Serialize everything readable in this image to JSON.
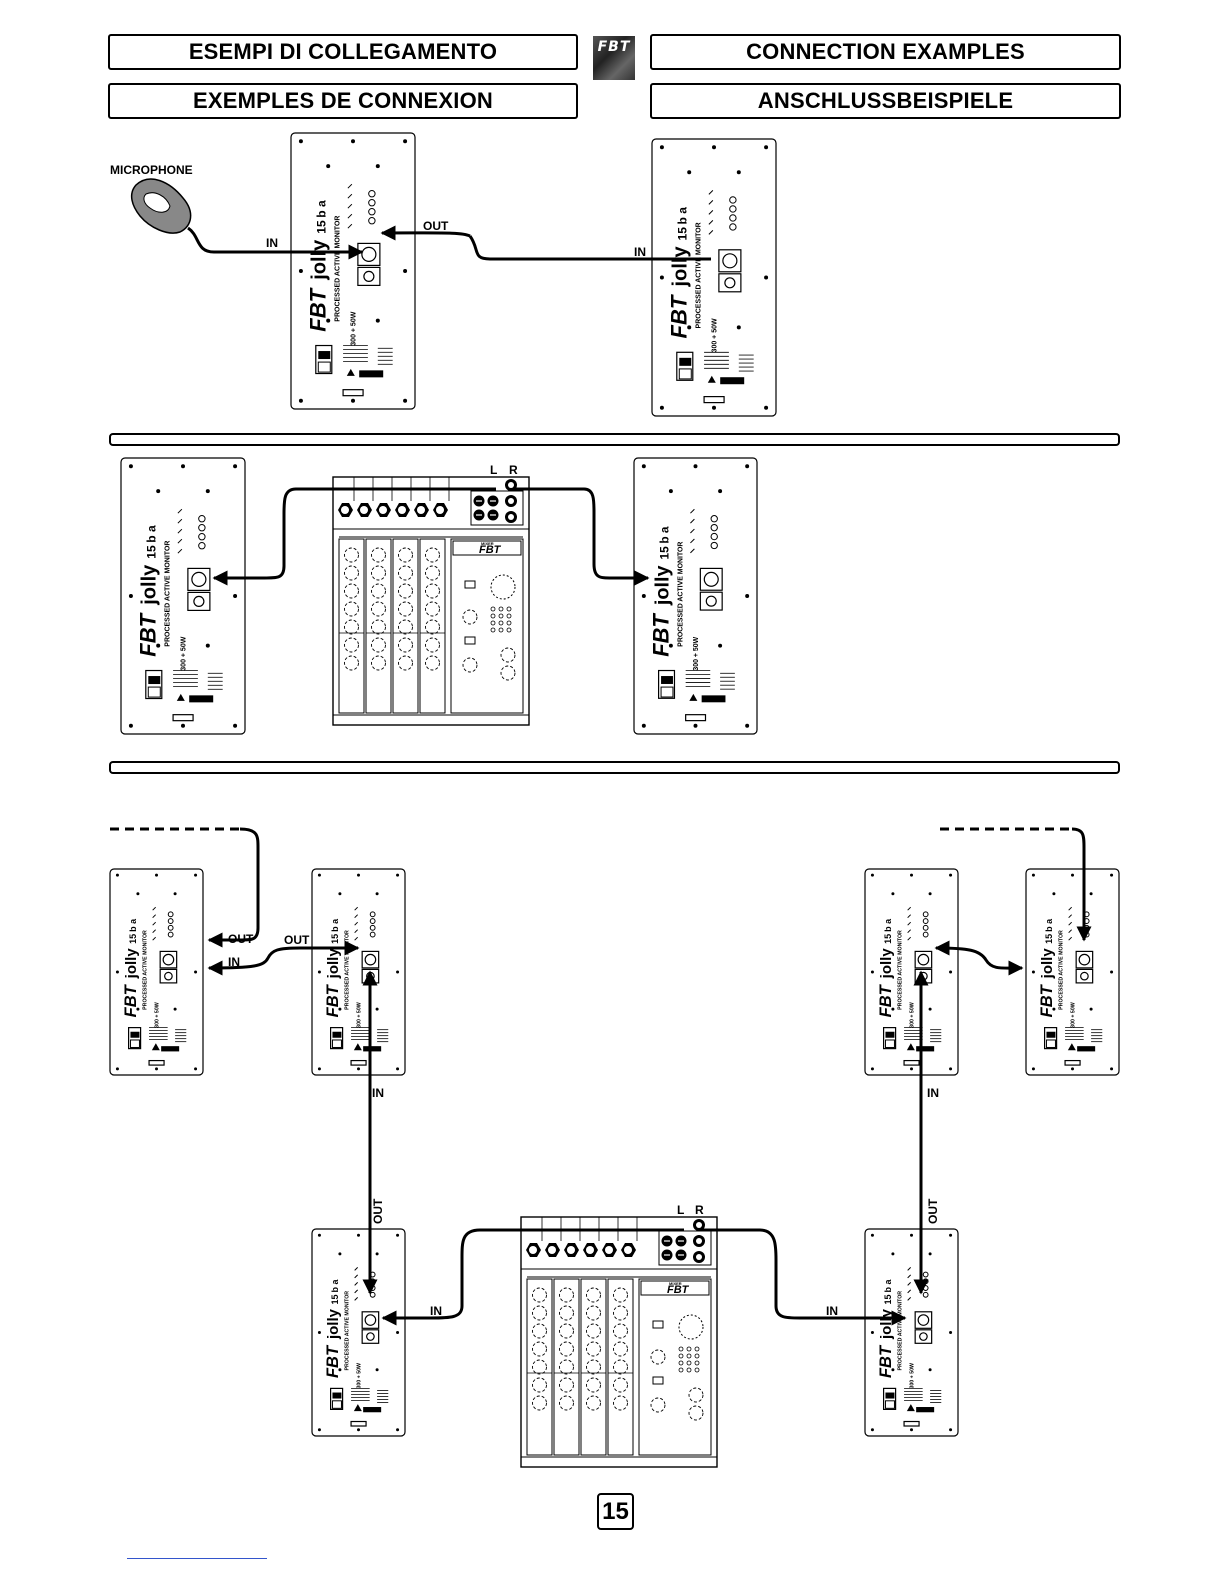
{
  "headers": {
    "it": "ESEMPI DI COLLEGAMENTO",
    "en": "CONNECTION EXAMPLES",
    "fr": "EXEMPLES DE CONNEXION",
    "de": "ANSCHLUSSBEISPIELE"
  },
  "logo_text": "FBT",
  "labels": {
    "microphone": "MICROPHONE",
    "in": "IN",
    "out": "OUT",
    "left": "L",
    "right": "R"
  },
  "speaker_panel": {
    "brand": "FBT",
    "model": "jolly",
    "model_number": "15",
    "model_suffix": "b a",
    "subtitle": "PROCESSED ACTIVE MONITOR",
    "power": "300 + 50W"
  },
  "mixer": {
    "brand": "FBT",
    "model": "MIXER"
  },
  "page_number": "15"
}
